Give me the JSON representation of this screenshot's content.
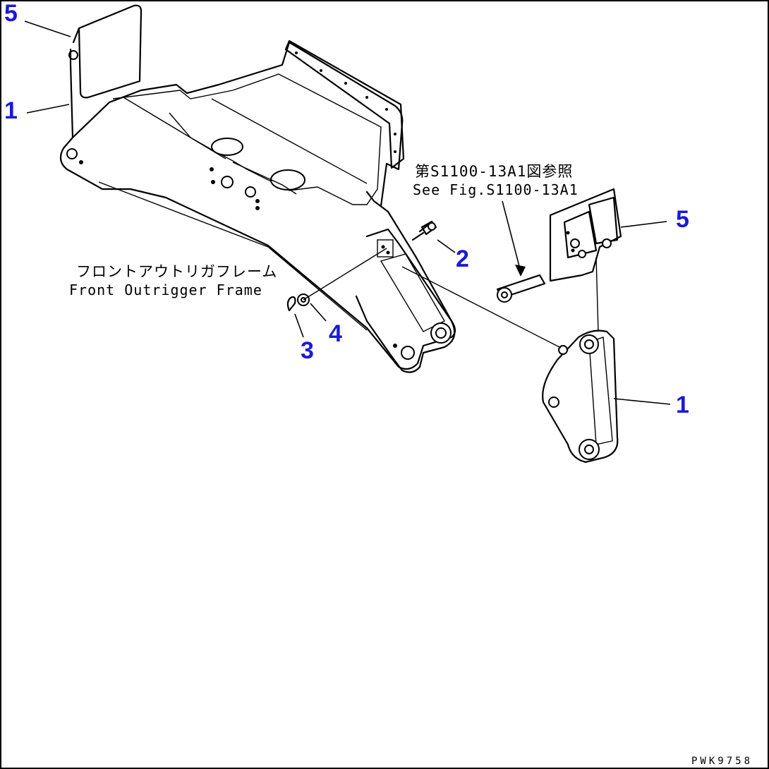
{
  "diagram": {
    "callouts": {
      "top_left_5": "5",
      "left_1": "1",
      "right_5": "5",
      "bolt_2": "2",
      "pin_3": "3",
      "washer_4": "4",
      "right_1": "1"
    },
    "reference_jp": "第S1100-13A1図参照",
    "reference_en": "See Fig.S1100-13A1",
    "frame_label_jp": "フロントアウトリガフレーム",
    "frame_label_en": "Front Outrigger Frame",
    "drawing_code": "PWK9758"
  }
}
